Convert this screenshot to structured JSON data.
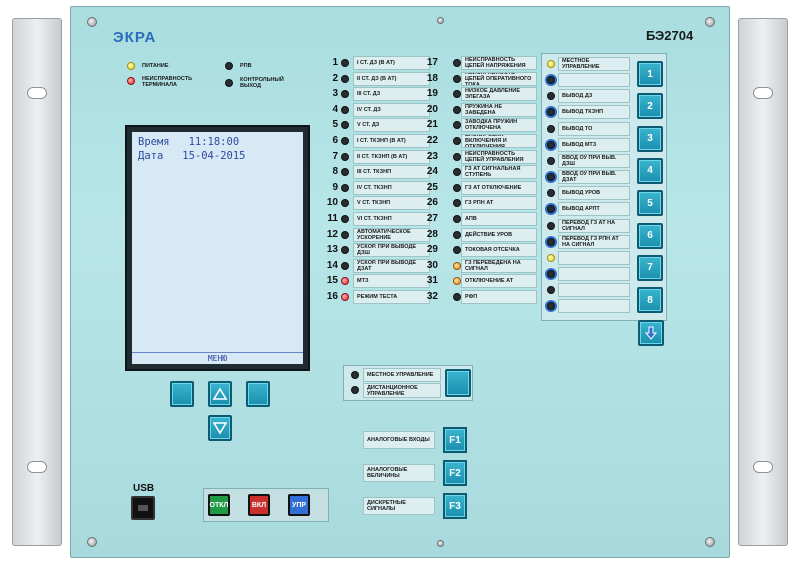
{
  "brand": {
    "logo": "ЭКРА",
    "model": "БЭ2704"
  },
  "status_leds": [
    {
      "label": "ПИТАНИЕ",
      "color": "yellow"
    },
    {
      "label": "НЕИСПРАВНОСТЬ ТЕРМИНАЛА",
      "color": "red"
    },
    {
      "label": "РПВ",
      "color": "off"
    },
    {
      "label": "КОНТРОЛЬНЫЙ ВЫХОД",
      "color": "off"
    }
  ],
  "lcd": {
    "line1_label": "Время",
    "line1_value": "11:18:00",
    "line2_label": "Дата",
    "line2_value": "15-04-2015",
    "menu": "МЕНЮ"
  },
  "signals_left": [
    {
      "num": "1",
      "label": "I СТ. ДЗ (В АТ)",
      "color": "off"
    },
    {
      "num": "2",
      "label": "II СТ. ДЗ (В АТ)",
      "color": "off"
    },
    {
      "num": "3",
      "label": "III СТ. ДЗ",
      "color": "off"
    },
    {
      "num": "4",
      "label": "IV СТ. ДЗ",
      "color": "off"
    },
    {
      "num": "5",
      "label": "V СТ. ДЗ",
      "color": "off"
    },
    {
      "num": "6",
      "label": "I СТ. ТКЗНП (В АТ)",
      "color": "off"
    },
    {
      "num": "7",
      "label": "II СТ. ТКЗНП (В АТ)",
      "color": "off"
    },
    {
      "num": "8",
      "label": "III СТ. ТКЗНП",
      "color": "off"
    },
    {
      "num": "9",
      "label": "IV СТ. ТКЗНП",
      "color": "off"
    },
    {
      "num": "10",
      "label": "V СТ. ТКЗНП",
      "color": "off"
    },
    {
      "num": "11",
      "label": "VI СТ. ТКЗНП",
      "color": "off"
    },
    {
      "num": "12",
      "label": "АВТОМАТИЧЕСКОЕ УСКОРЕНИЕ",
      "color": "off"
    },
    {
      "num": "13",
      "label": "УСКОР. ПРИ ВЫВОДЕ ДЗШ",
      "color": "off"
    },
    {
      "num": "14",
      "label": "УСКОР. ПРИ ВЫВОДЕ ДЗАТ",
      "color": "off"
    },
    {
      "num": "15",
      "label": "МТЗ",
      "color": "red"
    },
    {
      "num": "16",
      "label": "РЕЖИМ ТЕСТА",
      "color": "red"
    }
  ],
  "signals_right": [
    {
      "num": "17",
      "label": "НЕИСПРАВНОСТЬ ЦЕПЕЙ НАПРЯЖЕНИЯ",
      "color": "off"
    },
    {
      "num": "18",
      "label": "НЕИСПРАВНОСТЬ ЦЕПЕЙ ОПЕРАТИВНОГО ТОКА",
      "color": "off"
    },
    {
      "num": "19",
      "label": "НИЗКОЕ ДАВЛЕНИЕ ЭЛЕГАЗА",
      "color": "off"
    },
    {
      "num": "20",
      "label": "ПРУЖИНА НЕ ЗАВЕДЕНА",
      "color": "off"
    },
    {
      "num": "21",
      "label": "ЗАВОДКА ПРУЖИН ОТКЛЮЧЕНА",
      "color": "off"
    },
    {
      "num": "22",
      "label": "БЛОКИРОВКА ВКЛЮЧЕНИЯ И ОТКЛЮЧЕНИЯ",
      "color": "off"
    },
    {
      "num": "23",
      "label": "НЕИСПРАВНОСТЬ ЦЕПЕЙ УПРАВЛЕНИЯ",
      "color": "off"
    },
    {
      "num": "24",
      "label": "ГЗ АТ СИГНАЛЬНАЯ СТУПЕНЬ",
      "color": "off"
    },
    {
      "num": "25",
      "label": "ГЗ АТ ОТКЛЮЧЕНИЕ",
      "color": "off"
    },
    {
      "num": "26",
      "label": "ГЗ РПН АТ",
      "color": "off"
    },
    {
      "num": "27",
      "label": "АПВ",
      "color": "off"
    },
    {
      "num": "28",
      "label": "ДЕЙСТВИЕ УРОВ",
      "color": "off"
    },
    {
      "num": "29",
      "label": "ТОКОВАЯ ОТСЕЧКА",
      "color": "off"
    },
    {
      "num": "30",
      "label": "ГЗ ПЕРЕВЕДЕНА НА СИГНАЛ",
      "color": "orange"
    },
    {
      "num": "31",
      "label": "ОТКЛЮЧЕНИЕ АТ",
      "color": "orange"
    },
    {
      "num": "32",
      "label": "РФП",
      "color": "off"
    }
  ],
  "function_keys": [
    {
      "key": "1",
      "top_label": "МЕСТНОЕ УПРАВЛЕНИЕ",
      "top_color": "yellow",
      "bottom_label": "",
      "bottom_color": "blue"
    },
    {
      "key": "2",
      "top_label": "ВЫВОД ДЗ",
      "top_color": "off",
      "bottom_label": "ВЫВОД ТКЗНП",
      "bottom_color": "blue"
    },
    {
      "key": "3",
      "top_label": "ВЫВОД ТО",
      "top_color": "off",
      "bottom_label": "ВЫВОД МТЗ",
      "bottom_color": "blue"
    },
    {
      "key": "4",
      "top_label": "ВВОД ОУ ПРИ ВЫВ. ДЗШ",
      "top_color": "off",
      "bottom_label": "ВВОД ОУ ПРИ ВЫВ. ДЗАТ",
      "bottom_color": "blue"
    },
    {
      "key": "5",
      "top_label": "ВЫВОД УРОВ",
      "top_color": "off",
      "bottom_label": "ВЫВОД АРПТ",
      "bottom_color": "blue"
    },
    {
      "key": "6",
      "top_label": "ПЕРЕВОД ГЗ АТ НА СИГНАЛ",
      "top_color": "off",
      "bottom_label": "ПЕРЕВОД ГЗ РПН АТ НА СИГНАЛ",
      "bottom_color": "blue"
    },
    {
      "key": "7",
      "top_label": "",
      "top_color": "yellow",
      "bottom_label": "",
      "bottom_color": "blue"
    },
    {
      "key": "8",
      "top_label": "",
      "top_color": "off",
      "bottom_label": "",
      "bottom_color": "blue"
    }
  ],
  "control_mode": {
    "local_label": "МЕСТНОЕ УПРАВЛЕНИЕ",
    "remote_label": "ДИСТАНЦИОННОЕ УПРАВЛЕНИЕ"
  },
  "f_keys": [
    {
      "key": "F1",
      "label": "АНАЛОГОВЫЕ ВХОДЫ"
    },
    {
      "key": "F2",
      "label": "АНАЛОГОВЫЕ ВЕЛИЧИНЫ"
    },
    {
      "key": "F3",
      "label": "ДИСКРЕТНЫЕ СИГНАЛЫ"
    }
  ],
  "usb": {
    "label": "USB"
  },
  "breaker_buttons": [
    {
      "label": "ОТКЛ",
      "color": "#1f9a45"
    },
    {
      "label": "ВКЛ",
      "color": "#c9302c"
    },
    {
      "label": "УПР",
      "color": "#2f6fd6"
    }
  ],
  "colors": {
    "panel": "#b3e2e5",
    "button": "#1f9ab8",
    "lcd_bg": "#d7e9f5",
    "lcd_text": "#2f4aa0"
  }
}
